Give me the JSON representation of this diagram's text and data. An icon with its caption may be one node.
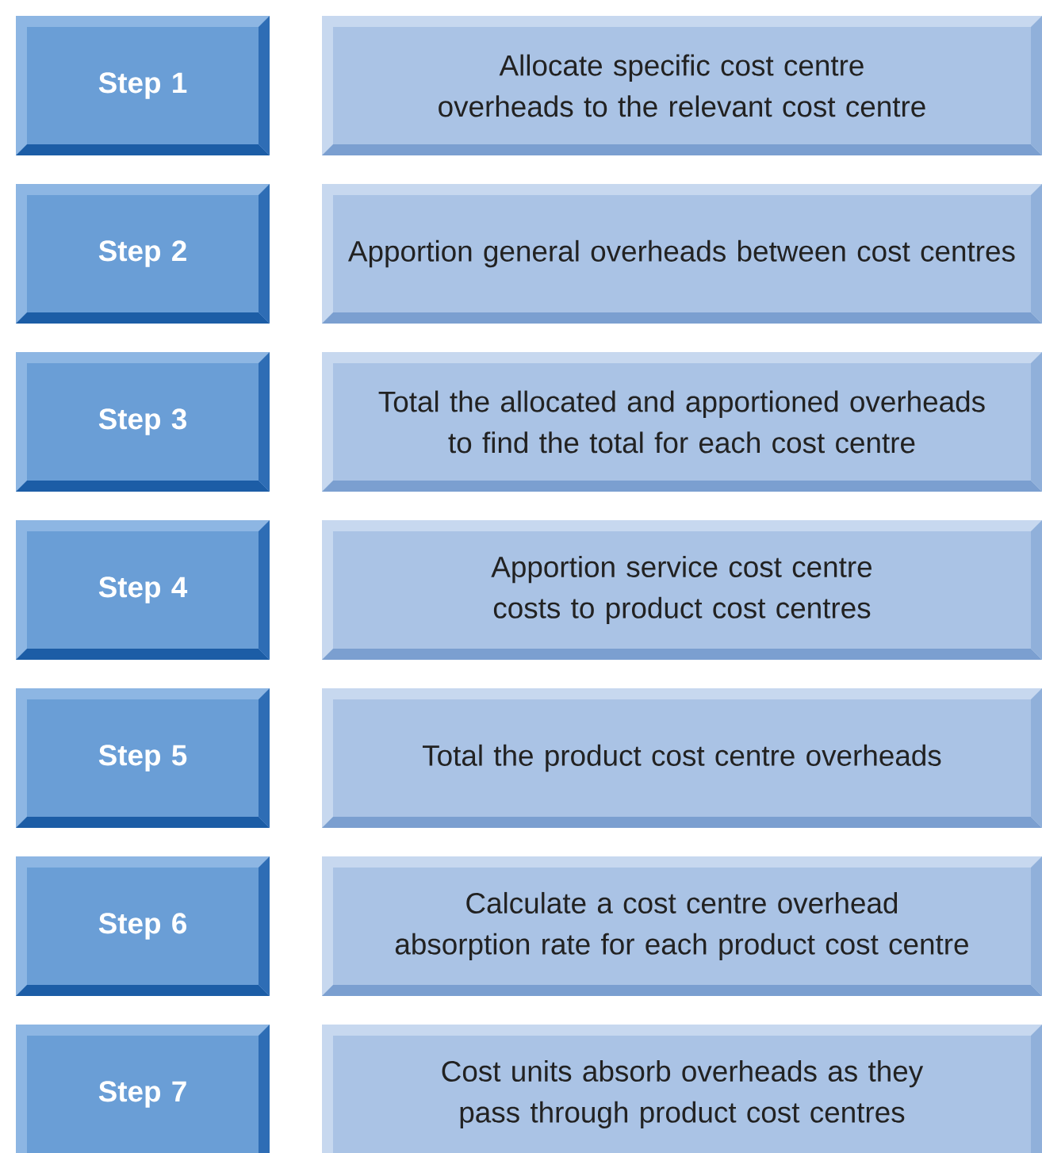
{
  "diagram": {
    "nodes": [
      {
        "text": [
          "Step 1"
        ]
      },
      {
        "text": [
          "Allocate specific cost centre overheads to the relevant cost centre"
        ]
      },
      {
        "text": [
          "Step 2"
        ]
      },
      {
        "text": [
          "Apportion general overheads between cost centres"
        ]
      },
      {
        "text": [
          "Step 3"
        ]
      },
      {
        "text": [
          "Total the allocated and apportioned overheads to find the total for each cost centre"
        ]
      },
      {
        "text": [
          "Step 4"
        ]
      },
      {
        "text": [
          "Apportion service cost centre costs to product cost centres"
        ]
      },
      {
        "text": [
          "Step 5"
        ]
      },
      {
        "text": [
          "Total the product cost centre overheads"
        ]
      },
      {
        "text": [
          "Step 6"
        ]
      },
      {
        "text": [
          "Calculate a cost centre overhead absorption rate for each product cost centre"
        ]
      },
      {
        "text": [
          "Step 7"
        ]
      },
      {
        "text": [
          "Cost units absorb overheads as they pass through product cost centres"
        ]
      }
    ]
  }
}
